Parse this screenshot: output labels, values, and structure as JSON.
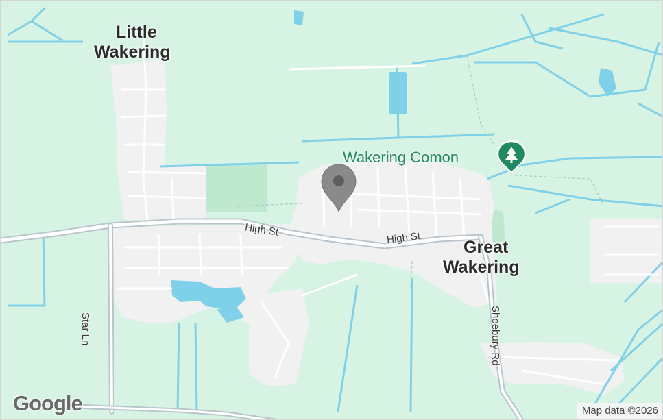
{
  "map": {
    "places": [
      {
        "id": "little-wakering",
        "lines": [
          "Little",
          "Wakering"
        ]
      },
      {
        "id": "great-wakering",
        "lines": [
          "Great",
          "Wakering"
        ]
      }
    ],
    "poi": {
      "label": "Wakering Comon",
      "icon": "tree-icon"
    },
    "pin": {
      "icon": "map-pin-icon",
      "color": "#8a8a8a"
    },
    "roads": {
      "high_st_west": "High St",
      "high_st_east": "High St",
      "star_ln": "Star Ln",
      "shoebury_rd": "Shoebury Rd"
    },
    "logo": "Google",
    "attribution": "Map data ©2026",
    "colors": {
      "land": "#d6f3e4",
      "park": "#bfe9cf",
      "urban": "#f1f1f2",
      "water": "#7fd1ea",
      "road": "#ffffff",
      "major_road": "#b9c4cc"
    }
  }
}
